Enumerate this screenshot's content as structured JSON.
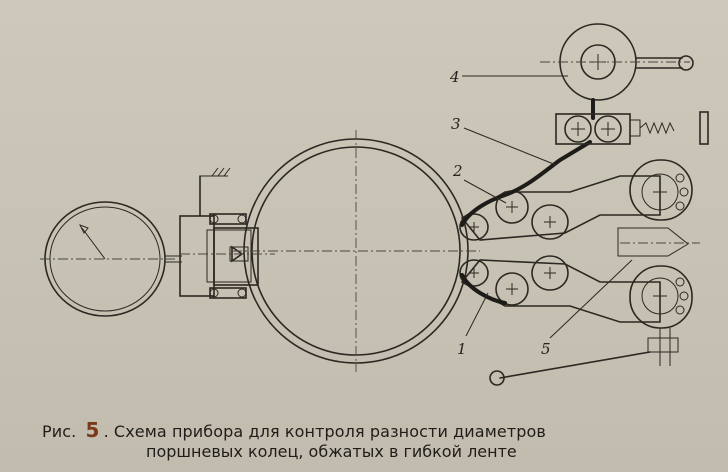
{
  "labels": {
    "l1": "1",
    "l2": "2",
    "l3": "3",
    "l4": "4",
    "l5": "5"
  },
  "caption": {
    "prefix": "Рис.",
    "figure_number": "5",
    "line1_text": ". Схема прибора для контроля  разности  диаметров",
    "line2_text": "поршневых колец, обжатых в гибкой ленте"
  }
}
